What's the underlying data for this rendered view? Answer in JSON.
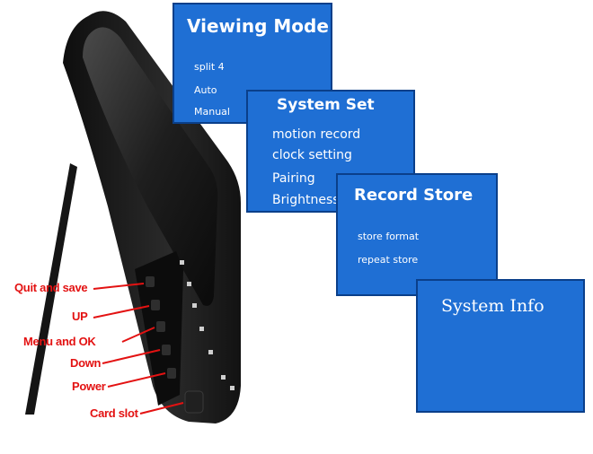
{
  "panels": {
    "viewing_mode": {
      "title": "Viewing Mode",
      "items": [
        "split 4",
        "Auto",
        "Manual"
      ]
    },
    "system_set": {
      "title": "System Set",
      "items": [
        "motion record",
        "clock setting",
        "Pairing",
        "Brightness"
      ]
    },
    "record_store": {
      "title": "Record Store",
      "items": [
        "store format",
        "repeat store"
      ]
    },
    "system_info": {
      "title": "System Info"
    }
  },
  "callouts": [
    "Quit and save",
    "UP",
    "Menu and OK",
    "Down",
    "Power",
    "Card slot"
  ],
  "colors": {
    "panel_blue": "#1f6fd4",
    "callout_red": "#e31212",
    "device_body": "#1b1b1b"
  },
  "icons": [
    "monitor-device",
    "side-button",
    "stand-leg"
  ]
}
